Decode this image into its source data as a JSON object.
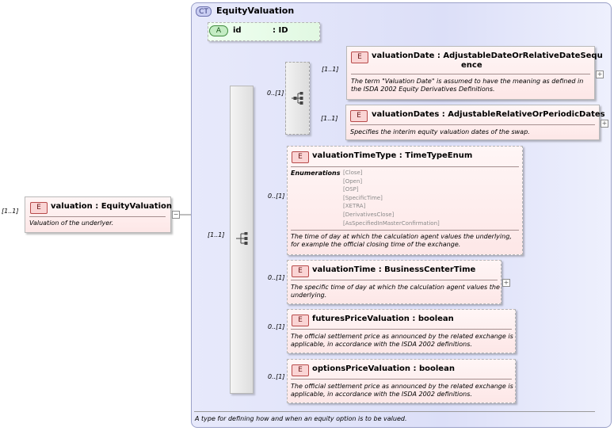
{
  "complex_type": {
    "badge": "CT",
    "name": "EquityValuation",
    "documentation": "A type for defining how and when an equity option is to be valued."
  },
  "root": {
    "badge": "E",
    "name": "valuation : EquityValuation",
    "cardinality": "[1..1]",
    "documentation": "Valuation of the underlyer."
  },
  "attribute": {
    "badge": "A",
    "name": "id",
    "type": ": ID"
  },
  "sequence": {
    "cardinality": "[1..1]"
  },
  "choice": {
    "cardinality": "0..[1]"
  },
  "elements": {
    "valuation_date": {
      "badge": "E",
      "name": "valuationDate : AdjustableDateOrRelativeDateSequ",
      "name_cont": "ence",
      "cardinality": "[1..1]",
      "documentation": "The term \"Valuation Date\" is assumed to have the meaning as defined in the ISDA 2002 Equity Derivatives Definitions."
    },
    "valuation_dates": {
      "badge": "E",
      "name": "valuationDates : AdjustableRelativeOrPeriodicDates",
      "cardinality": "[1..1]",
      "documentation": "Specifies the interim equity valuation dates of the swap."
    },
    "valuation_time_type": {
      "badge": "E",
      "name": "valuationTimeType : TimeTypeEnum",
      "cardinality": "0..[1]",
      "enumerations_label": "Enumerations",
      "enumerations": [
        "[Close]",
        "[Open]",
        "[OSP]",
        "[SpecificTime]",
        "[XETRA]",
        "[DerivativesClose]",
        "[AsSpecifiedInMasterConfirmation]"
      ],
      "documentation": "The time of day at which the calculation agent values the underlying, for example the official closing time of the exchange."
    },
    "valuation_time": {
      "badge": "E",
      "name": "valuationTime : BusinessCenterTime",
      "cardinality": "0..[1]",
      "documentation": "The specific time of day at which the calculation agent values the underlying."
    },
    "futures_price_valuation": {
      "badge": "E",
      "name": "futuresPriceValuation : boolean",
      "cardinality": "0..[1]",
      "documentation": "The official settlement price as announced by the related exchange is applicable, in accordance with the ISDA 2002 definitions."
    },
    "options_price_valuation": {
      "badge": "E",
      "name": "optionsPriceValuation : boolean",
      "cardinality": "0..[1]",
      "documentation": "The official settlement price as announced by the related exchange is applicable, in accordance with the ISDA 2002 definitions."
    }
  },
  "expand_symbol": "+",
  "collapse_symbol": "−"
}
